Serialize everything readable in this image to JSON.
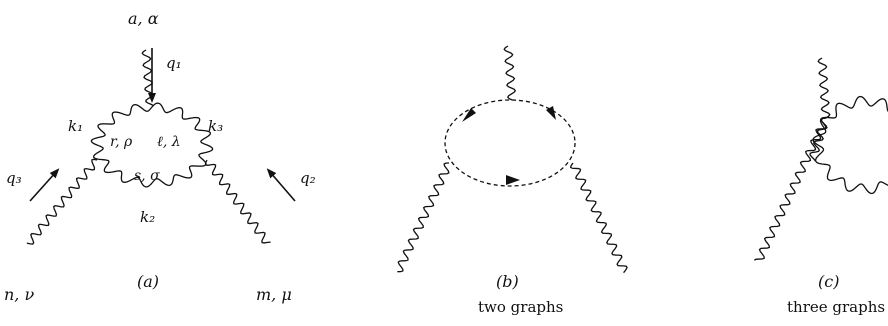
{
  "diagrams": [
    {
      "panel_label": "(a)",
      "caption": "",
      "vertex_labels": {
        "top": "a, α",
        "left": "n, ν",
        "right": "m, μ"
      },
      "momentum_labels": {
        "q1": "q₁",
        "q2": "q₂",
        "q3": "q₃",
        "k1": "k₁",
        "k2": "k₂",
        "k3": "k₃"
      },
      "internal_labels": {
        "r_rho": "r, ρ",
        "l_lambda": "ℓ, λ",
        "s_sigma": "s, σ"
      }
    },
    {
      "panel_label": "(b)",
      "caption": "two graphs"
    },
    {
      "panel_label": "(c)",
      "caption": "three graphs"
    }
  ],
  "colors": {
    "ink": "#111111",
    "background": "#ffffff"
  }
}
